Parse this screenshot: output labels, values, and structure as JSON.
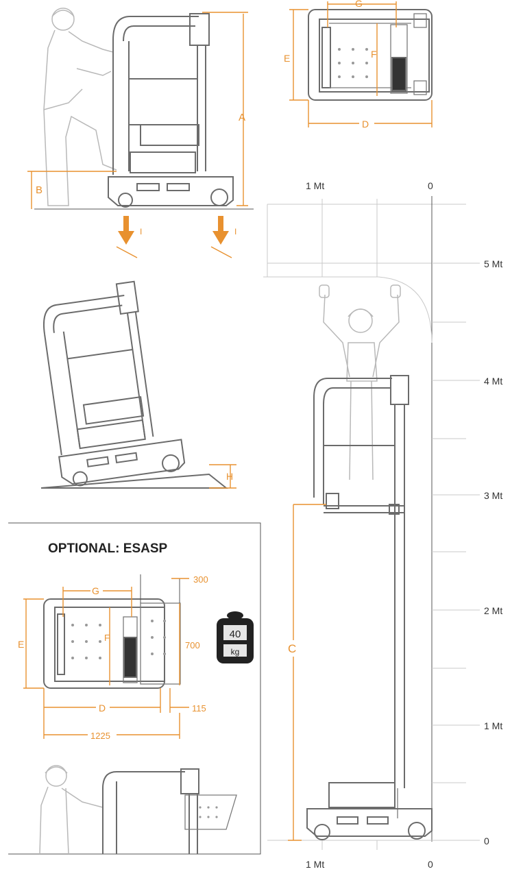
{
  "dimensions": {
    "A": "A",
    "B": "B",
    "C": "C",
    "D": "D",
    "E": "E",
    "F": "F",
    "G": "G",
    "H": "H",
    "I": "I"
  },
  "scale": {
    "top": {
      "one_mt": "1 Mt",
      "zero": "0"
    },
    "bottom": {
      "one_mt": "1 Mt",
      "zero": "0"
    },
    "heights": [
      "5 Mt",
      "4 Mt",
      "3 Mt",
      "2 Mt",
      "1 Mt",
      "0"
    ]
  },
  "optional": {
    "title": "OPTIONAL: ESASP",
    "dim_300": "300",
    "dim_700": "700",
    "dim_115": "115",
    "dim_1225": "1225",
    "weight_value": "40",
    "weight_unit": "kg"
  },
  "colors": {
    "dimension": "#e8912f",
    "drawing": "#6b6b6b",
    "figure": "#b8b8b8"
  }
}
